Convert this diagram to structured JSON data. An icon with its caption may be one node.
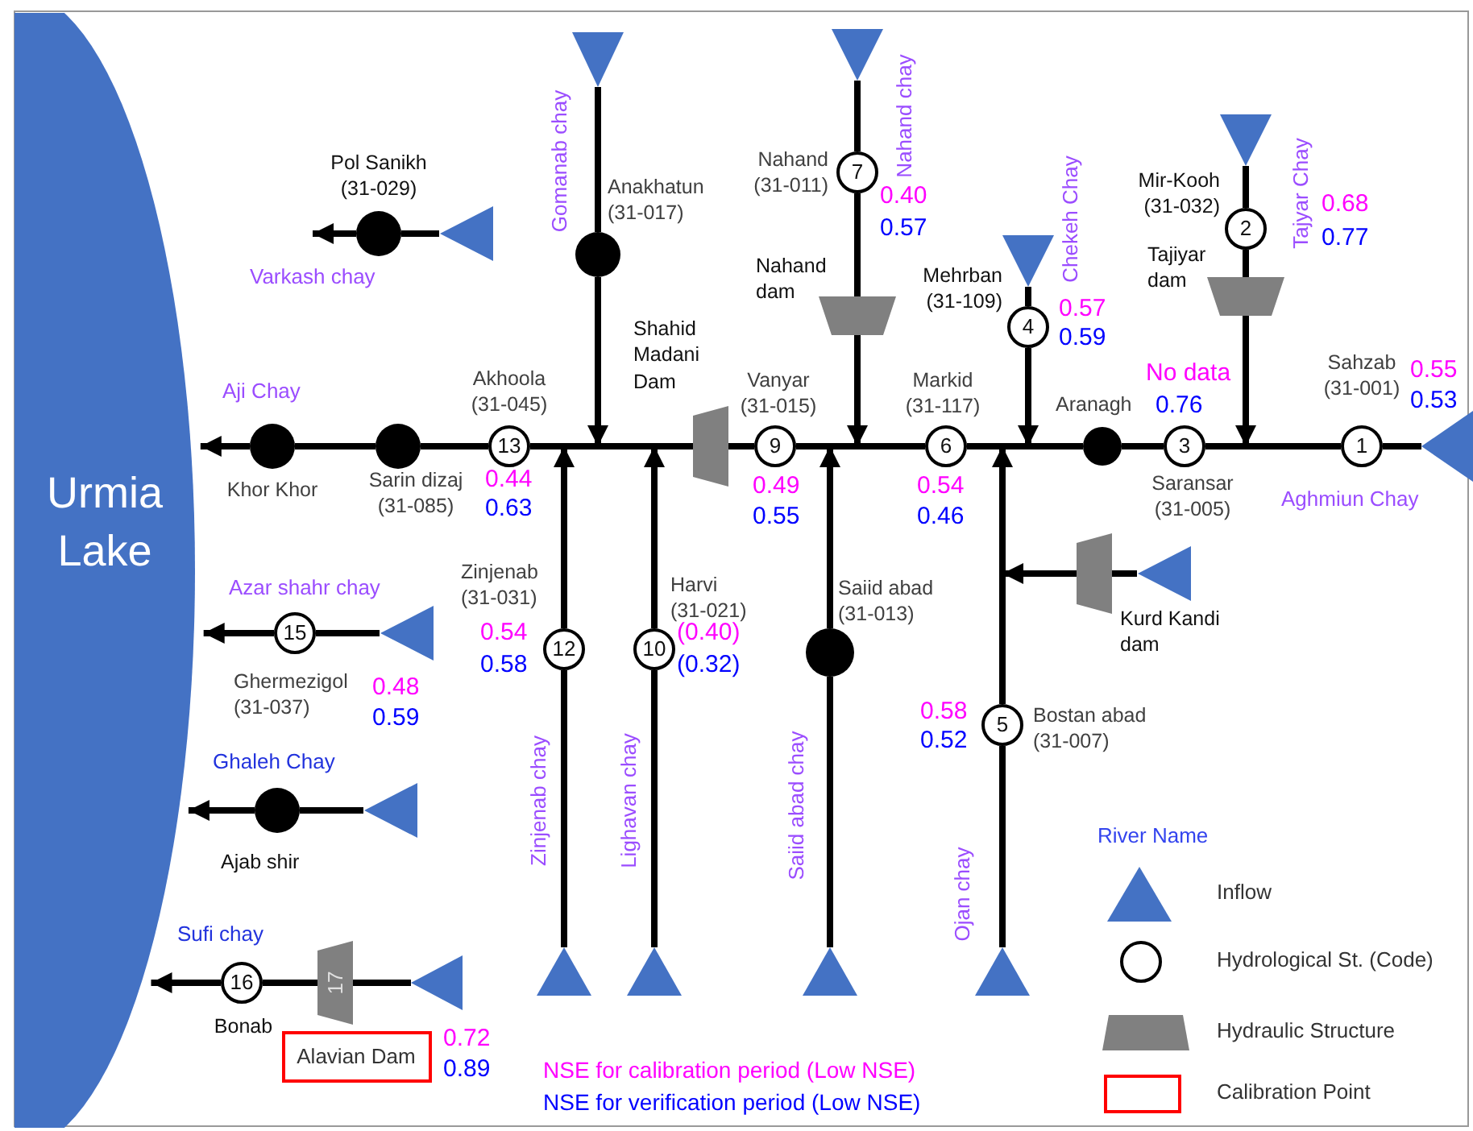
{
  "diagram": {
    "nodes": [
      {
        "text": [
          "Urmia Lake"
        ]
      },
      {
        "text": [],
        "shape": "triangle"
      },
      {
        "text": [],
        "shape": "triangle"
      },
      {
        "text": [],
        "shape": "triangle"
      },
      {
        "text": [
          "7"
        ],
        "beside": [
          "Nahand (31-011)",
          "0.40",
          "0.57"
        ]
      },
      {
        "text": [],
        "shape": "circle",
        "beside": [
          "Pol Sanikh (31-029)"
        ]
      },
      {
        "text": [],
        "shape": "triangle"
      },
      {
        "text": [
          "2"
        ],
        "beside": [
          "Mir-Kooh (31-032)",
          "0.68",
          "0.77"
        ]
      },
      {
        "text": [],
        "shape": "circle",
        "beside": [
          "Anakhatun (31-017)"
        ]
      },
      {
        "text": [],
        "shape": "triangle"
      },
      {
        "text": [],
        "shape": "trapezoid",
        "beside": [
          "Tajiyar dam"
        ]
      },
      {
        "text": [],
        "shape": "trapezoid",
        "beside": [
          "Nahand dam"
        ]
      },
      {
        "text": [
          "4"
        ],
        "beside": [
          "Mehrban (31-109)",
          "0.57",
          "0.59"
        ]
      },
      {
        "text": [],
        "shape": "trapezoid",
        "beside": [
          "Shahid Madani Dam"
        ]
      },
      {
        "text": [],
        "shape": "circle",
        "beside": [
          "Khor Khor"
        ]
      },
      {
        "text": [],
        "shape": "circle",
        "beside": [
          "Sarin dizaj (31-085)"
        ]
      },
      {
        "text": [
          "13"
        ],
        "beside": [
          "Akhoola (31-045)",
          "0.44",
          "0.63"
        ]
      },
      {
        "text": [
          "9"
        ],
        "beside": [
          "Vanyar (31-015)",
          "0.49",
          "0.55"
        ]
      },
      {
        "text": [
          "6"
        ],
        "beside": [
          "Markid (31-117)",
          "0.54",
          "0.46"
        ]
      },
      {
        "text": [],
        "shape": "circle",
        "beside": [
          "Aranagh"
        ]
      },
      {
        "text": [
          "3"
        ],
        "beside": [
          "Saransar (31-005)",
          "No data",
          "0.76"
        ]
      },
      {
        "text": [
          "1"
        ],
        "beside": [
          "Sahzab (31-001)",
          "0.55",
          "0.53"
        ]
      },
      {
        "text": [],
        "shape": "triangle"
      },
      {
        "text": [],
        "shape": "trapezoid",
        "beside": [
          "Kurd Kandi dam"
        ]
      },
      {
        "text": [],
        "shape": "triangle"
      },
      {
        "text": [],
        "shape": "triangle"
      },
      {
        "text": [
          "15"
        ],
        "beside": [
          "Ghermezigol (31-037)",
          "0.48",
          "0.59"
        ]
      },
      {
        "text": [
          "12"
        ],
        "beside": [
          "Zinjenab (31-031)",
          "0.54",
          "0.58"
        ]
      },
      {
        "text": [
          "10"
        ],
        "beside": [
          "Harvi (31-021)",
          "(0.40)",
          "(0.32)"
        ]
      },
      {
        "text": [],
        "shape": "circle",
        "beside": [
          "Saiid abad (31-013)"
        ]
      },
      {
        "text": [
          "5"
        ],
        "beside": [
          "Bostan abad (31-007)",
          "0.58",
          "0.52"
        ]
      },
      {
        "text": [],
        "shape": "circle",
        "beside": [
          "Ajab shir"
        ]
      },
      {
        "text": [],
        "shape": "triangle"
      },
      {
        "text": [
          "16"
        ],
        "beside": [
          "Bonab"
        ]
      },
      {
        "text": [
          "17"
        ]
      },
      {
        "text": [],
        "shape": "triangle"
      },
      {
        "text": [],
        "shape": "triangle"
      },
      {
        "text": [],
        "shape": "triangle"
      },
      {
        "text": [],
        "shape": "triangle"
      },
      {
        "text": [],
        "shape": "triangle"
      },
      {
        "text": [
          "Alavian Dam"
        ],
        "beside": [
          "0.72",
          "0.89"
        ]
      }
    ],
    "edges": [
      {
        "from": 6,
        "to": 5,
        "arrow": "none"
      },
      {
        "from": 5,
        "to": null,
        "arrow": "to"
      },
      {
        "from": 1,
        "to": 8,
        "arrow": "none"
      },
      {
        "from": 8,
        "to": 16,
        "arrow": "to"
      },
      {
        "from": 2,
        "to": 4,
        "arrow": "none"
      },
      {
        "from": 4,
        "to": 11,
        "arrow": "none"
      },
      {
        "from": 11,
        "to": 17,
        "arrow": "to"
      },
      {
        "from": 9,
        "to": 12,
        "arrow": "none"
      },
      {
        "from": 12,
        "to": 18,
        "arrow": "to"
      },
      {
        "from": 3,
        "to": 7,
        "arrow": "none"
      },
      {
        "from": 7,
        "to": 10,
        "arrow": "none"
      },
      {
        "from": 10,
        "to": 20,
        "arrow": "to"
      },
      {
        "from": 22,
        "to": 21,
        "arrow": "none"
      },
      {
        "from": 21,
        "to": 20,
        "arrow": "none"
      },
      {
        "from": 20,
        "to": 19,
        "arrow": "none"
      },
      {
        "from": 19,
        "to": 18,
        "arrow": "none"
      },
      {
        "from": 18,
        "to": 17,
        "arrow": "none"
      },
      {
        "from": 17,
        "to": 13,
        "arrow": "none"
      },
      {
        "from": 13,
        "to": 16,
        "arrow": "none"
      },
      {
        "from": 16,
        "to": 15,
        "arrow": "none"
      },
      {
        "from": 15,
        "to": 14,
        "arrow": "none"
      },
      {
        "from": 14,
        "to": 0,
        "arrow": "to"
      },
      {
        "from": 24,
        "to": 23,
        "arrow": "none"
      },
      {
        "from": 23,
        "to": 18,
        "arrow": "to"
      },
      {
        "from": 39,
        "to": 30,
        "arrow": "none"
      },
      {
        "from": 30,
        "to": 18,
        "arrow": "to"
      },
      {
        "from": 38,
        "to": 29,
        "arrow": "none"
      },
      {
        "from": 29,
        "to": 17,
        "arrow": "to"
      },
      {
        "from": 37,
        "to": 28,
        "arrow": "none"
      },
      {
        "from": 28,
        "to": 16,
        "arrow": "to"
      },
      {
        "from": 36,
        "to": 27,
        "arrow": "none"
      },
      {
        "from": 27,
        "to": 16,
        "arrow": "to"
      },
      {
        "from": 25,
        "to": 26,
        "arrow": "none"
      },
      {
        "from": 26,
        "to": 0,
        "arrow": "to"
      },
      {
        "from": 32,
        "to": 31,
        "arrow": "none"
      },
      {
        "from": 31,
        "to": 0,
        "arrow": "to"
      },
      {
        "from": 35,
        "to": 34,
        "arrow": "none"
      },
      {
        "from": 34,
        "to": 33,
        "arrow": "none"
      },
      {
        "from": 33,
        "to": 0,
        "arrow": "to"
      }
    ],
    "labels": [
      "Gomanab chay",
      "Nahand chay",
      "Chekeh Chay",
      "Tajyar Chay",
      "Varkash chay",
      "Aji Chay",
      "Aghmiun Chay",
      "Azar shahr chay",
      "Ghaleh Chay",
      "Zinjenab chay",
      "Lighavan chay",
      "Saiid abad chay",
      "River Name",
      "Ojan chay",
      "Sufi chay",
      "NSE for calibration period (Low NSE)",
      "NSE for verification period (Low NSE)"
    ],
    "legend": [
      {
        "text": "Inflow"
      },
      {
        "text": "Hydrological St. (Code)"
      },
      {
        "text": "Hydraulic Structure"
      },
      {
        "text": "Calibration Point"
      }
    ]
  }
}
